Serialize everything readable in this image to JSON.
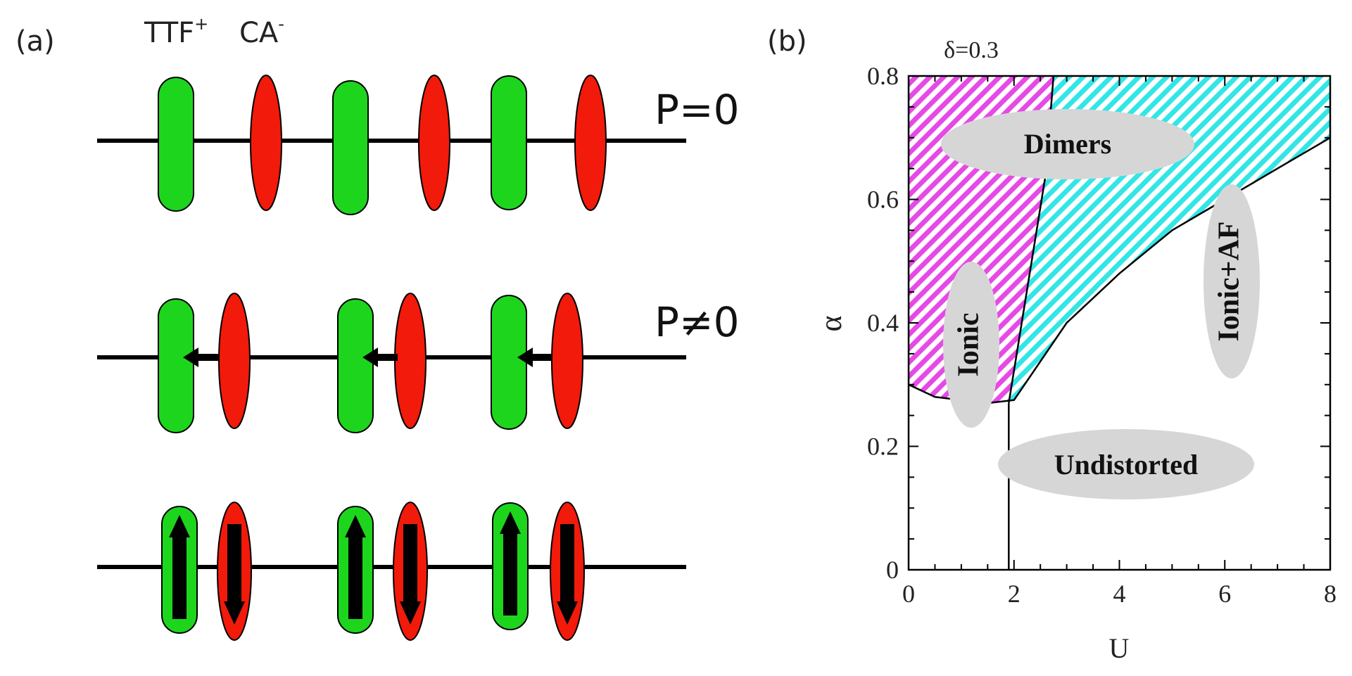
{
  "panel_a": {
    "label": "(a)",
    "species_labels": {
      "donor": "TTF",
      "donor_sup": "+",
      "acceptor": "CA",
      "acceptor_sup": "-"
    },
    "rows": [
      {
        "polarization_label": "P=0",
        "description": "undimerized chain"
      },
      {
        "polarization_label": "P≠0",
        "description": "dimerized chain with dipoles"
      },
      {
        "polarization_label": "",
        "description": "antiferromagnetic spin order"
      }
    ],
    "colors": {
      "donor": "#1ed51e",
      "acceptor": "#f21a0a",
      "chain": "#000000"
    }
  },
  "panel_b": {
    "label": "(b)",
    "title": "δ=0.3",
    "xlabel": "U",
    "ylabel": "α",
    "x_ticks": [
      "0",
      "2",
      "4",
      "6",
      "8"
    ],
    "y_ticks": [
      "0",
      "0.2",
      "0.4",
      "0.6",
      "0.8"
    ],
    "regions": [
      {
        "label": "Dimers"
      },
      {
        "label": "Ionic"
      },
      {
        "label": "Ionic+AF"
      },
      {
        "label": "Undistorted"
      }
    ],
    "colors": {
      "ionic_dimer_hatch": "#e64ae6",
      "ionic_af_dimer_hatch": "#33e6e6",
      "label_fill": "#d6d6d6"
    }
  },
  "chart_data": {
    "type": "phase-diagram",
    "title": "δ=0.3",
    "xlabel": "U",
    "ylabel": "α",
    "xlim": [
      0,
      8
    ],
    "ylim": [
      0,
      0.8
    ],
    "grid": false,
    "boundaries": [
      {
        "name": "dimerization threshold",
        "x": [
          0,
          0.5,
          1.0,
          1.5,
          2.0,
          3.0,
          4.0,
          5.0,
          6.0,
          7.0,
          8.0
        ],
        "y": [
          0.3,
          0.28,
          0.275,
          0.27,
          0.275,
          0.4,
          0.48,
          0.55,
          0.6,
          0.65,
          0.7
        ]
      },
      {
        "name": "ionic / ionic+AF dimer boundary",
        "x": [
          1.9,
          2.6,
          2.75
        ],
        "y": [
          0.27,
          0.64,
          0.8
        ]
      },
      {
        "name": "vertical line at U=1.9",
        "x": [
          1.9,
          1.9
        ],
        "y": [
          0,
          0.27
        ]
      }
    ]
  }
}
